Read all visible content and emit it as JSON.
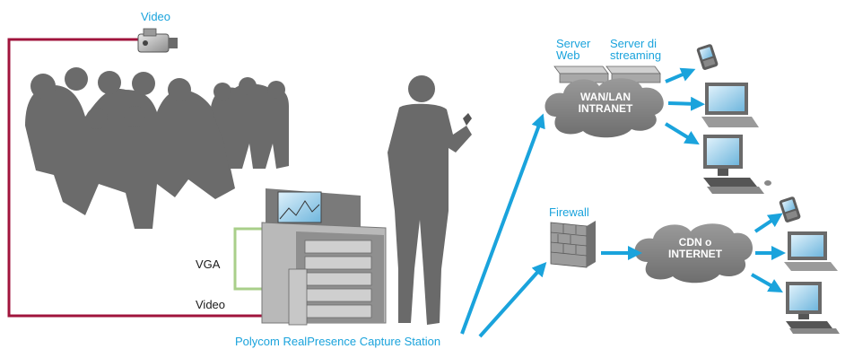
{
  "labels": {
    "video_top": "Video",
    "vga": "VGA",
    "video_bottom": "Video",
    "capture_station": "Polycom RealPresence Capture Station",
    "server_web_line1": "Server",
    "server_web_line2": "Web",
    "server_streaming_line1": "Server di",
    "server_streaming_line2": "streaming",
    "wan_line1": "WAN/LAN",
    "wan_line2": "INTRANET",
    "firewall": "Firewall",
    "cdn_line1": "CDN o",
    "cdn_line2": "INTERNET"
  },
  "colors": {
    "accent": "#1aa3dc",
    "video_cable": "#a0143c",
    "vga_cable": "#a9cf8a",
    "people": "#6d6d6d",
    "cloud": "#8a8a8a"
  },
  "icons": [
    "video-camera-icon",
    "server-icon",
    "cloud-icon",
    "firewall-icon",
    "smartphone-icon",
    "laptop-icon",
    "desktop-computer-icon",
    "capture-station-icon",
    "presenter-icon",
    "audience-icon"
  ]
}
